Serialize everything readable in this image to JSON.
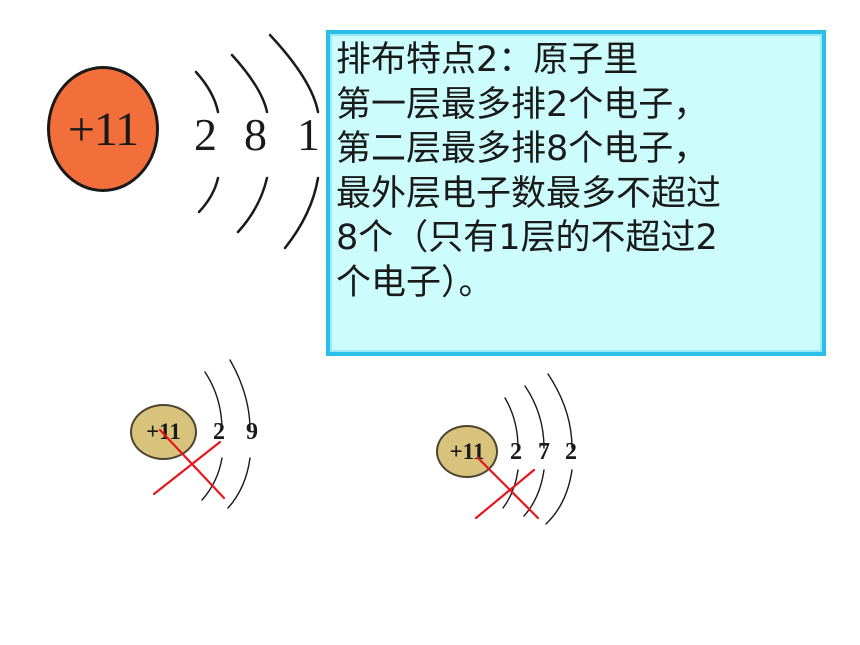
{
  "big_atom": {
    "nucleus": "+11",
    "shells": [
      "2",
      "8",
      "1"
    ]
  },
  "rule_box": {
    "text": "排布特点2：原子里\n第一层最多排2个电子，\n第二层最多排8个电子，\n最外层电子数最多不超过\n8个（只有1层的不超过2\n个电子）。"
  },
  "wrong_examples": [
    {
      "nucleus": "+11",
      "shells": [
        "2",
        "9"
      ]
    },
    {
      "nucleus": "+11",
      "shells": [
        "2",
        "7",
        "2"
      ]
    }
  ],
  "colors": {
    "big_nucleus": "#f26e3a",
    "small_nucleus": "#d8c37c",
    "box_fill": "#cdfcfc",
    "box_border": "#29bfe9",
    "cross": "#e8161a"
  }
}
